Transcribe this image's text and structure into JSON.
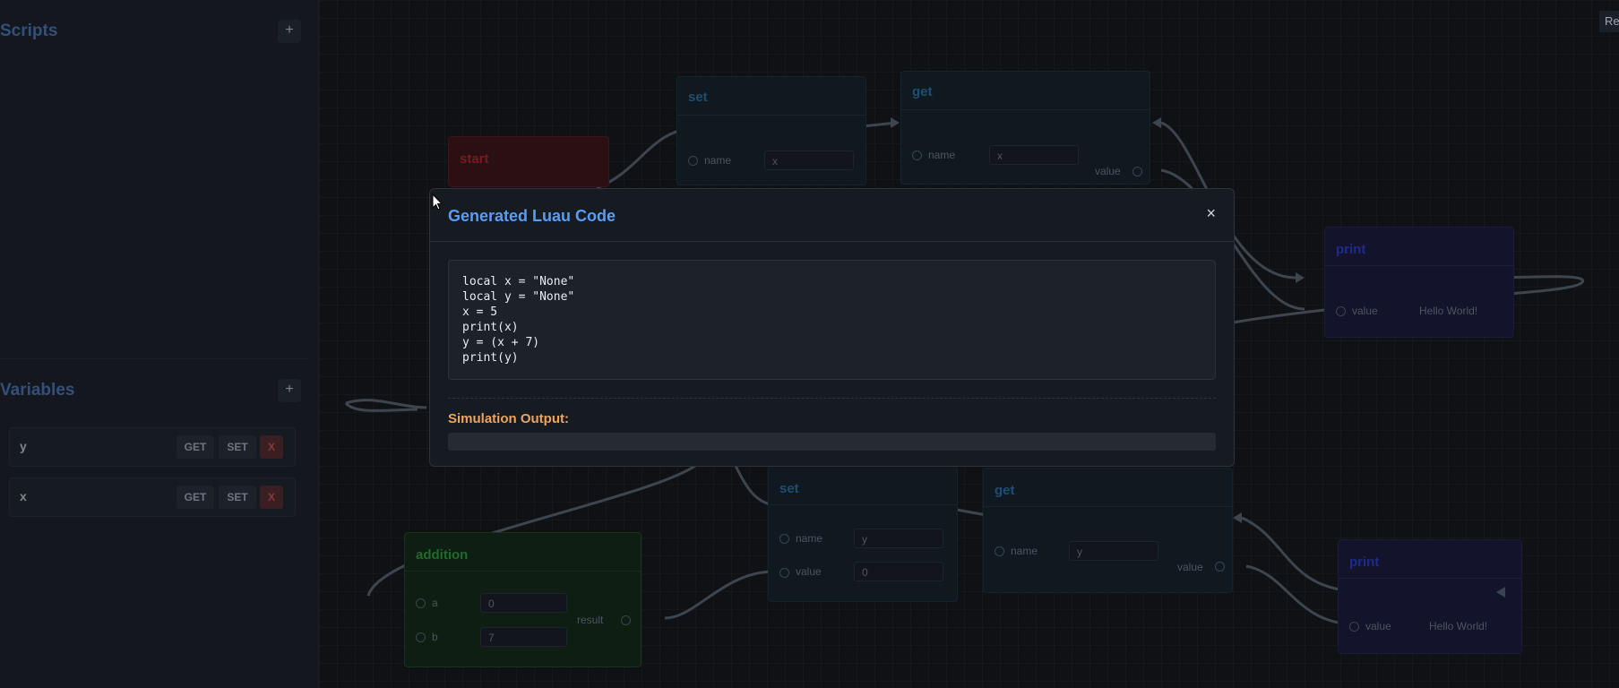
{
  "sidebar": {
    "scripts_title": "Scripts",
    "variables_title": "Variables",
    "add_label": "+",
    "variables": [
      {
        "name": "y",
        "get": "GET",
        "set": "SET",
        "delete": "X"
      },
      {
        "name": "x",
        "get": "GET",
        "set": "SET",
        "delete": "X"
      }
    ]
  },
  "toolbar": {
    "corner_label": "Re"
  },
  "nodes": {
    "start": {
      "title": "start"
    },
    "set_x": {
      "title": "set",
      "name_label": "name",
      "name_value": "x"
    },
    "get_x": {
      "title": "get",
      "name_label": "name",
      "name_value": "x",
      "value_label": "value"
    },
    "print_1": {
      "title": "print",
      "value_label": "value",
      "value_text": "Hello World!"
    },
    "set_y": {
      "title": "set",
      "name_label": "name",
      "name_value": "y",
      "value_label": "value",
      "value_value": "0"
    },
    "get_y": {
      "title": "get",
      "name_label": "name",
      "name_value": "y",
      "value_label": "value"
    },
    "print_2": {
      "title": "print",
      "value_label": "value",
      "value_text": "Hello World!"
    },
    "addition": {
      "title": "addition",
      "a_label": "a",
      "a_value": "0",
      "b_label": "b",
      "b_value": "7",
      "result_label": "result"
    }
  },
  "modal": {
    "title": "Generated Luau Code",
    "close": "×",
    "code_lines": [
      "local x = \"None\"",
      "local y = \"None\"",
      "x = 5",
      "print(x)",
      "y = (x + 7)",
      "print(y)"
    ],
    "simulation_label": "Simulation Output:",
    "simulation_output": ""
  },
  "colors": {
    "accent": "#5b9cf5",
    "simulation_label": "#f0a35c",
    "background": "#101217"
  }
}
